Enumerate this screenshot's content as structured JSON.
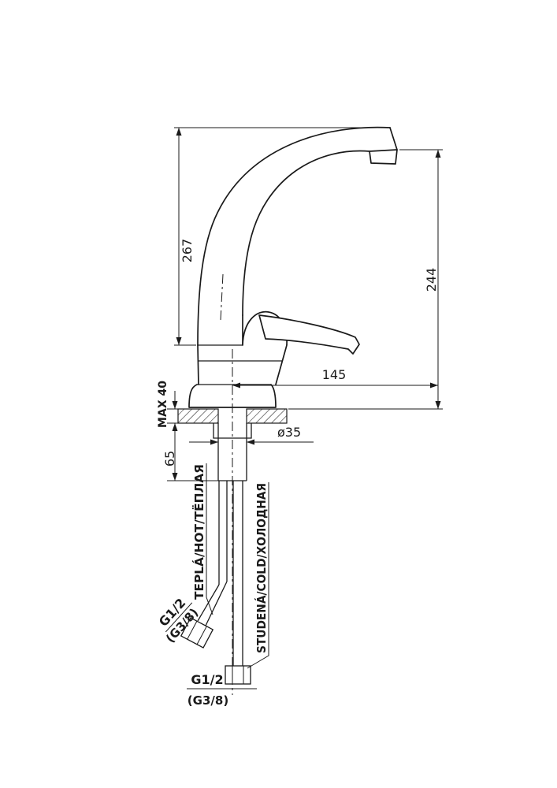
{
  "drawing": {
    "dimensions": {
      "spout_height": "267",
      "outlet_height": "244",
      "spout_reach": "145",
      "max_deck_thickness": "MAX 40",
      "under_deck_length": "65",
      "hole_diameter": "ø35"
    },
    "supply_labels": {
      "hot": "TEPLÁ/HOT/ТЁПЛАЯ",
      "cold": "STUDENÁ/COLD/ХОЛОДНАЯ"
    },
    "threads": {
      "hot_connection": "G1/2",
      "hot_connection_alt": "(G3/8)",
      "bottom_connection": "G1/2",
      "bottom_connection_alt": "(G3/8)"
    }
  },
  "colors": {
    "ink": "#1a1a1a",
    "bg": "#ffffff"
  }
}
